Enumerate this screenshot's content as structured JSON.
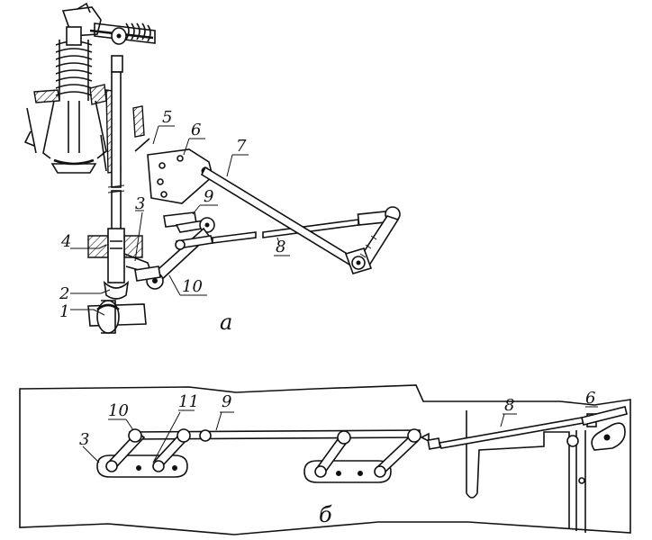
{
  "figure": {
    "panel_a_label": "а",
    "panel_b_label": "б",
    "panel_a_callouts": [
      "1",
      "2",
      "3",
      "4",
      "5",
      "6",
      "7",
      "8",
      "9",
      "10"
    ],
    "panel_b_callouts": [
      "3",
      "10",
      "11",
      "9",
      "8",
      "6"
    ]
  }
}
